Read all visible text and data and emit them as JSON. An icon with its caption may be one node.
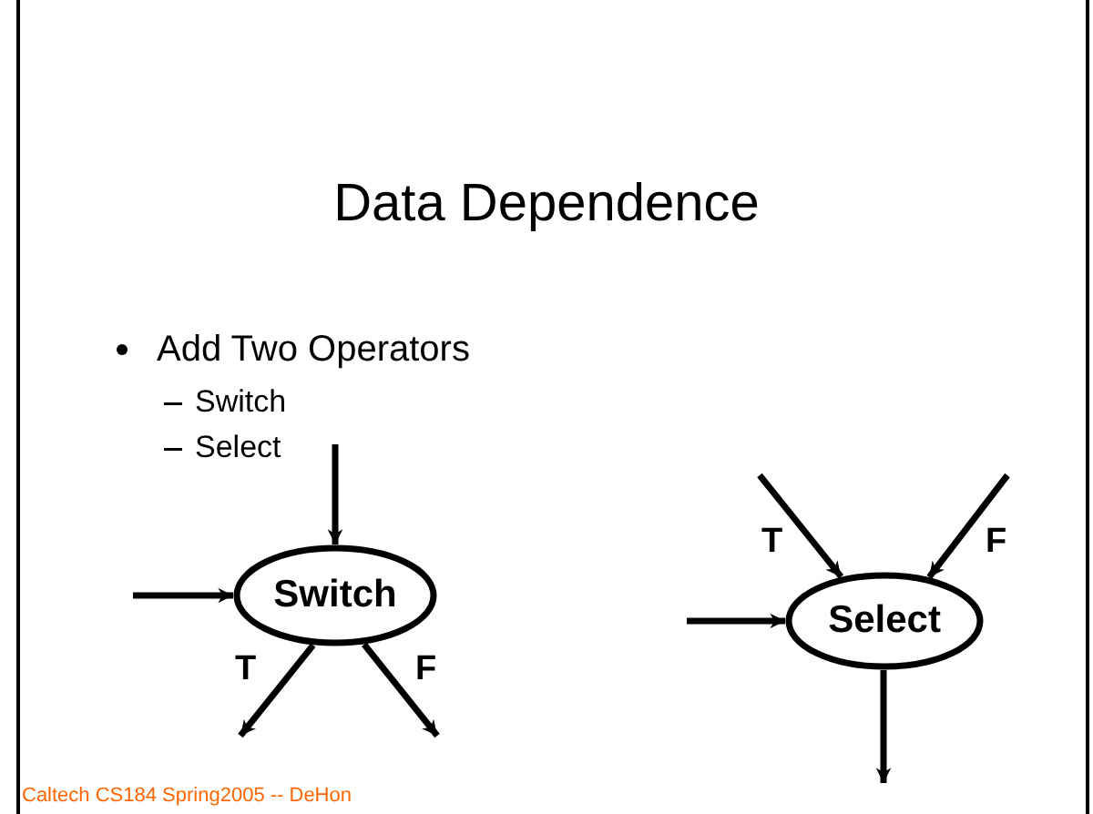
{
  "diagram": {
    "title": "Data Dependence",
    "nodes": [
      {
        "text": [
          "Switch"
        ]
      },
      {
        "text": [
          "Select"
        ]
      }
    ],
    "edges": [
      {
        "from": null,
        "to": 0,
        "arrow": "to"
      },
      {
        "from": null,
        "to": 0,
        "arrow": "to"
      },
      {
        "from": 0,
        "to": null,
        "arrow": "to",
        "label": "T"
      },
      {
        "from": 0,
        "to": null,
        "arrow": "to",
        "label": "F"
      },
      {
        "from": null,
        "to": 1,
        "arrow": "to",
        "label": "T"
      },
      {
        "from": null,
        "to": 1,
        "arrow": "to",
        "label": "F"
      },
      {
        "from": null,
        "to": 1,
        "arrow": "to"
      },
      {
        "from": 1,
        "to": null,
        "arrow": "to"
      }
    ],
    "labels": [
      "Add Two Operators",
      "Switch",
      "Select",
      "Caltech CS184 Spring2005 -- DeHon"
    ]
  }
}
